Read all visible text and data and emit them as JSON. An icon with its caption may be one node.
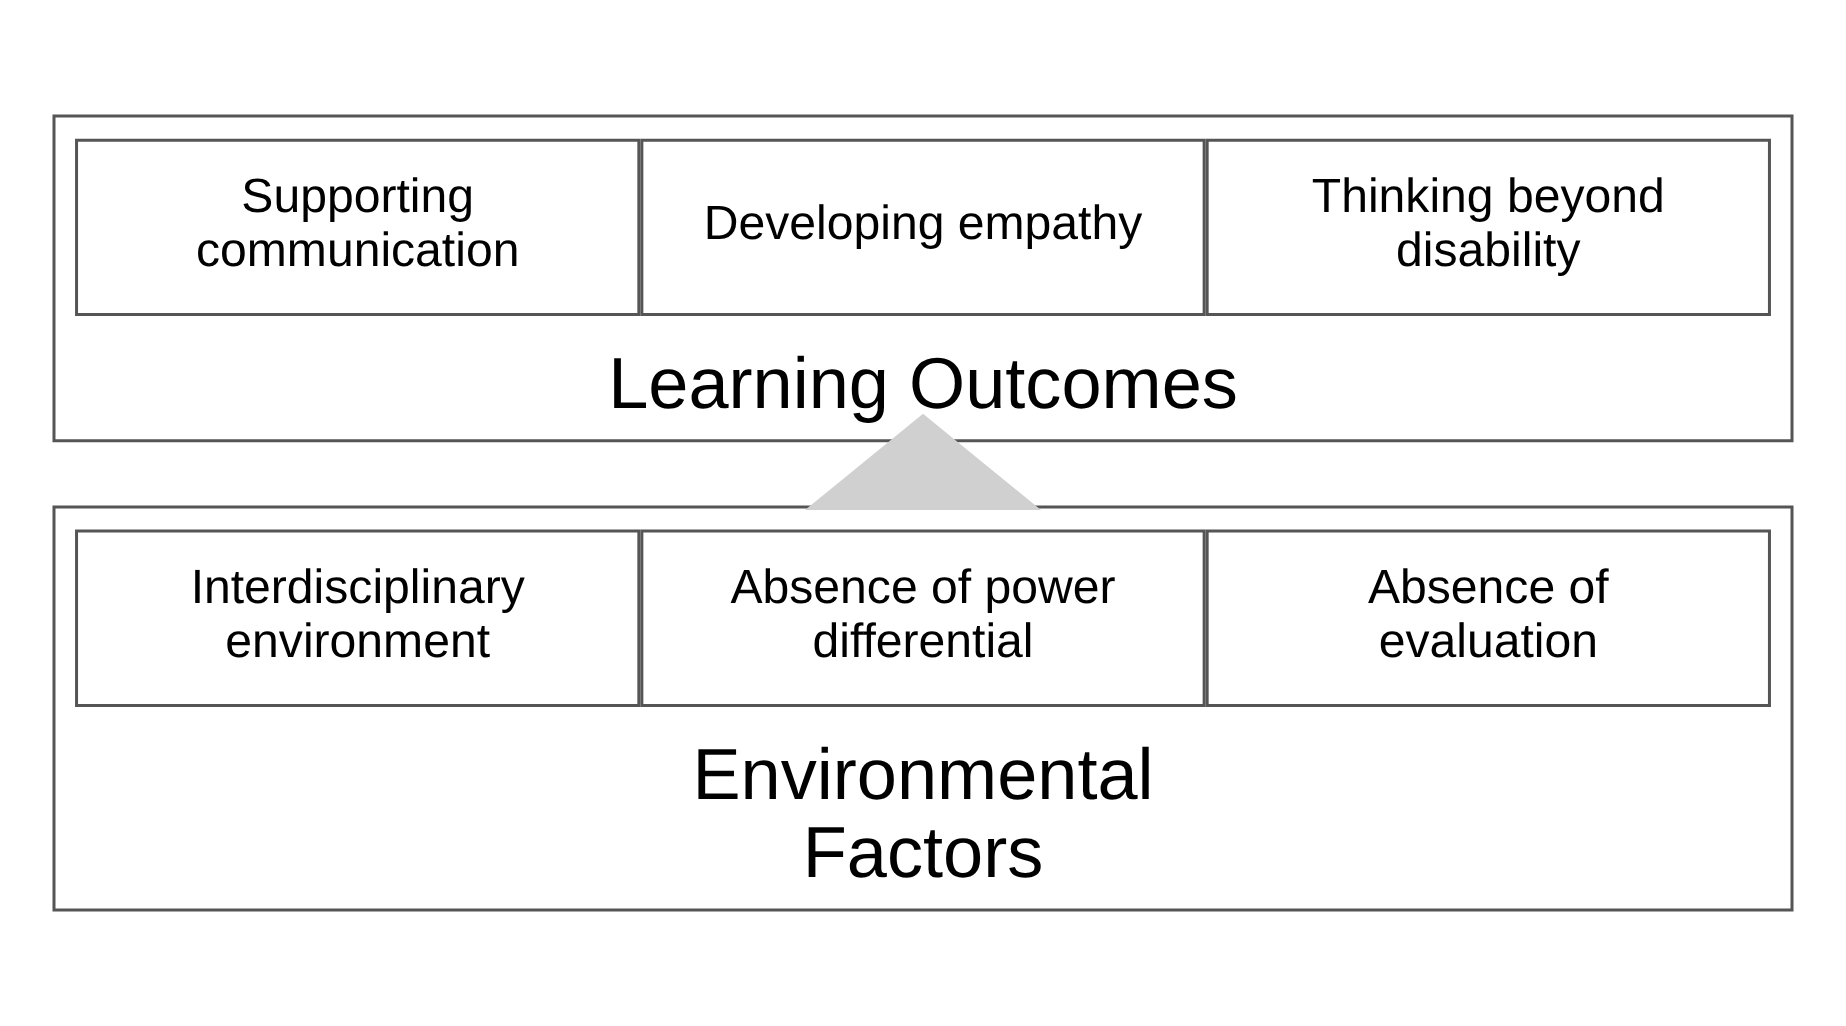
{
  "diagram": {
    "nodes": [
      {
        "text": [
          "Learning Outcomes"
        ]
      },
      {
        "text": [
          "Thinking beyond disability"
        ],
        "in": 0
      },
      {
        "text": [
          "Developing empathy"
        ],
        "in": 0
      },
      {
        "text": [
          "Supporting communication"
        ],
        "in": 0
      },
      {
        "text": [
          "Environmental Factors"
        ]
      },
      {
        "text": [
          "Absence of evaluation"
        ],
        "in": 4
      },
      {
        "text": [
          "Absence of power differential"
        ],
        "in": 4
      },
      {
        "text": [
          "Interdisciplinary environment"
        ],
        "in": 4
      }
    ],
    "edges": [
      {
        "from": 4,
        "to": 0,
        "arrow": "to",
        "style": "thick",
        "color": "#d0d0d0"
      }
    ]
  }
}
